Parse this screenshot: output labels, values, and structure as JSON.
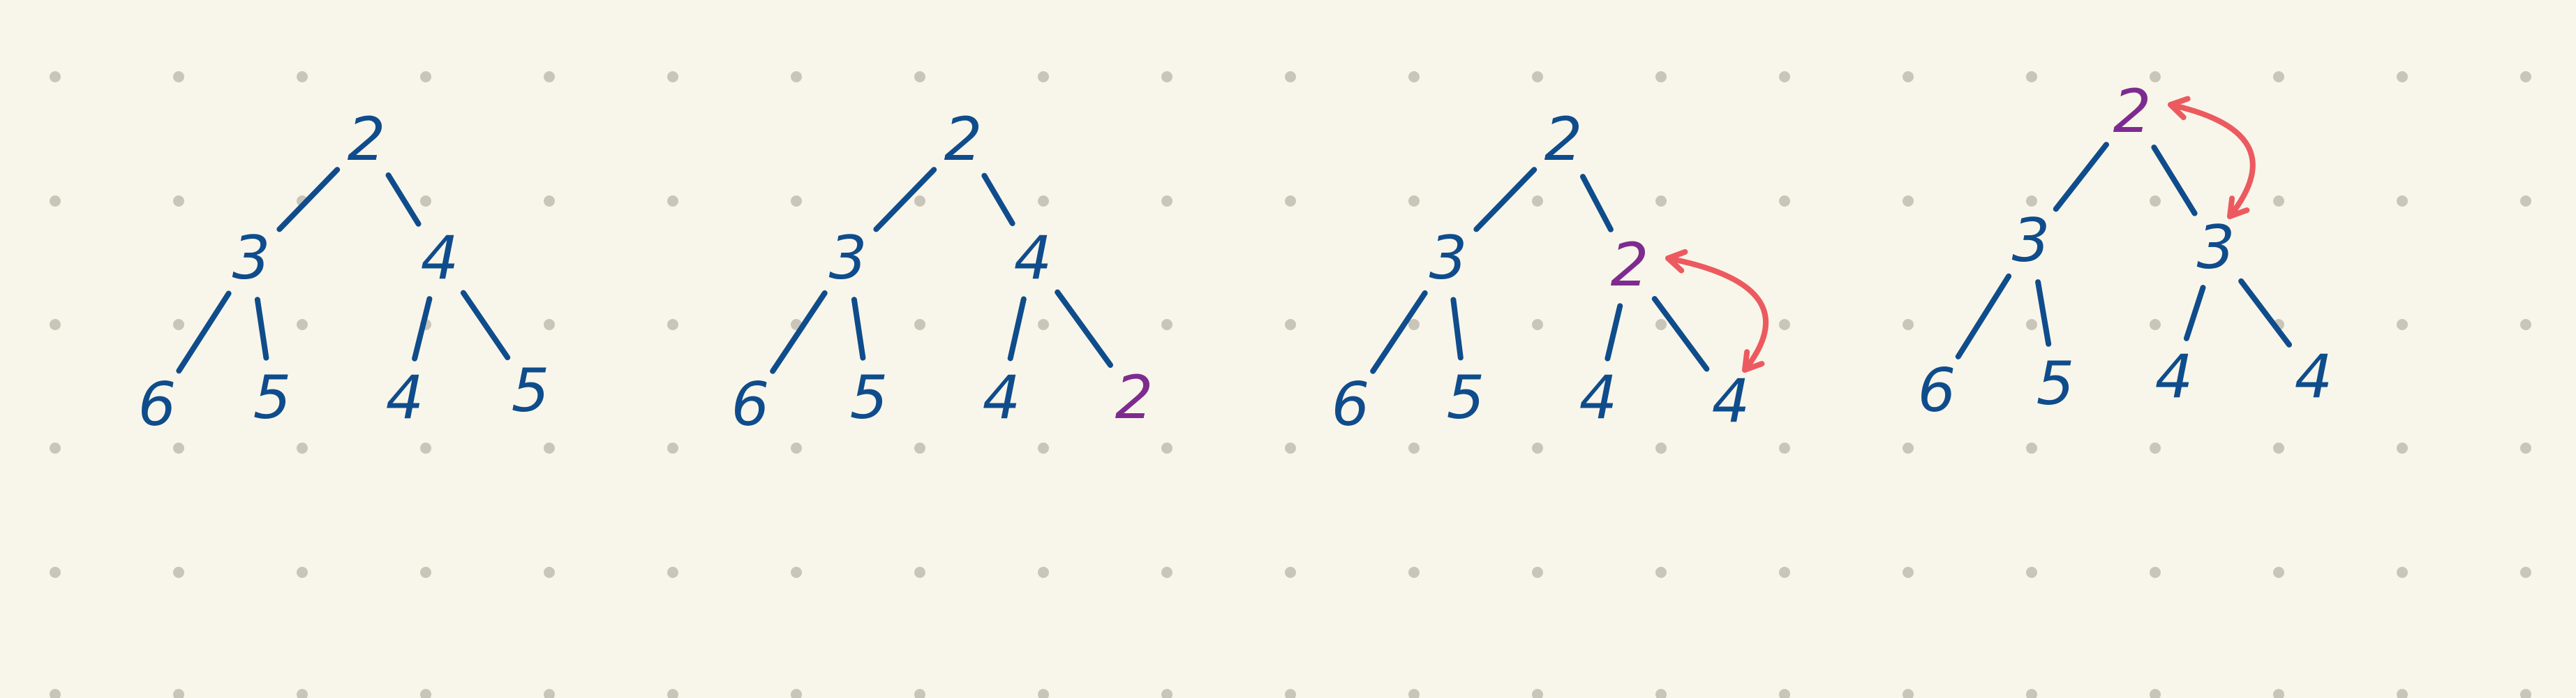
{
  "colors": {
    "background": "#f8f6ea",
    "dot": "#c9c6b9",
    "ink": "#0f4c8c",
    "highlight": "#7e2b8f",
    "arrow": "#ec5a5f"
  },
  "trees": [
    {
      "nodes": [
        {
          "id": "root",
          "label": "2",
          "color": "ink"
        },
        {
          "id": "l",
          "label": "3",
          "color": "ink"
        },
        {
          "id": "r",
          "label": "4",
          "color": "ink"
        },
        {
          "id": "ll",
          "label": "6",
          "color": "ink"
        },
        {
          "id": "lr",
          "label": "5",
          "color": "ink"
        },
        {
          "id": "rl",
          "label": "4",
          "color": "ink"
        },
        {
          "id": "rr",
          "label": "5",
          "color": "ink"
        }
      ],
      "arrow": null
    },
    {
      "nodes": [
        {
          "id": "root",
          "label": "2",
          "color": "ink"
        },
        {
          "id": "l",
          "label": "3",
          "color": "ink"
        },
        {
          "id": "r",
          "label": "4",
          "color": "ink"
        },
        {
          "id": "ll",
          "label": "6",
          "color": "ink"
        },
        {
          "id": "lr",
          "label": "5",
          "color": "ink"
        },
        {
          "id": "rl",
          "label": "4",
          "color": "ink"
        },
        {
          "id": "rr",
          "label": "2",
          "color": "highlight"
        }
      ],
      "arrow": null
    },
    {
      "nodes": [
        {
          "id": "root",
          "label": "2",
          "color": "ink"
        },
        {
          "id": "l",
          "label": "3",
          "color": "ink"
        },
        {
          "id": "r",
          "label": "2",
          "color": "highlight"
        },
        {
          "id": "ll",
          "label": "6",
          "color": "ink"
        },
        {
          "id": "lr",
          "label": "5",
          "color": "ink"
        },
        {
          "id": "rl",
          "label": "4",
          "color": "ink"
        },
        {
          "id": "rr",
          "label": "4",
          "color": "ink"
        }
      ],
      "arrow": "r-rr"
    },
    {
      "nodes": [
        {
          "id": "root",
          "label": "2",
          "color": "highlight"
        },
        {
          "id": "l",
          "label": "3",
          "color": "ink"
        },
        {
          "id": "r",
          "label": "3",
          "color": "ink"
        },
        {
          "id": "ll",
          "label": "6",
          "color": "ink"
        },
        {
          "id": "lr",
          "label": "5",
          "color": "ink"
        },
        {
          "id": "rl",
          "label": "4",
          "color": "ink"
        },
        {
          "id": "rr",
          "label": "4",
          "color": "ink"
        }
      ],
      "arrow": "root-r"
    }
  ]
}
